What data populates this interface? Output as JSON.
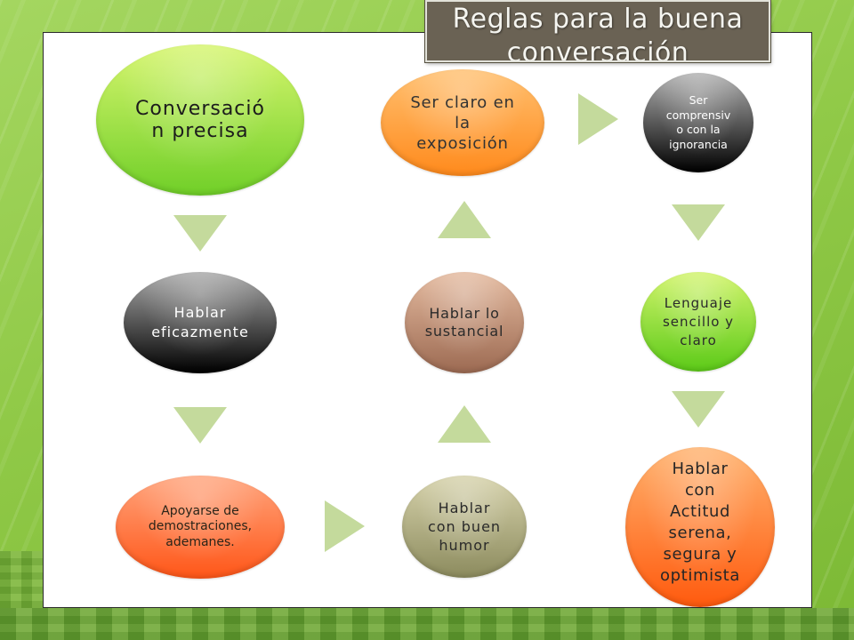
{
  "slide": {
    "title": "Reglas para la buena\nconversación"
  },
  "nodes": [
    {
      "label": "Conversació\nn precisa",
      "fill": [
        "#d6f56e",
        "#70cf28"
      ],
      "text_color": "#1c1c1c"
    },
    {
      "label": "Hablar\neficazmente",
      "fill": [
        "#a9a9a9",
        "#000000"
      ],
      "text_color": "#ffffff"
    },
    {
      "label": "Apoyarse de\ndemostraciones,\nademanes.",
      "fill": [
        "#ffa47c",
        "#ff5618"
      ],
      "text_color": "#2a2418"
    },
    {
      "label": "Hablar\ncon buen\nhumor",
      "fill": [
        "#d6d2ab",
        "#8c8b5e"
      ],
      "text_color": "#2a2a2a"
    },
    {
      "label": "Hablar lo\nsustancial",
      "fill": [
        "#e4ba9f",
        "#9c6a52"
      ],
      "text_color": "#2a2a2a"
    },
    {
      "label": "Ser claro en\nla\nexposición",
      "fill": [
        "#ffc070",
        "#ff8a1c"
      ],
      "text_color": "#333333"
    },
    {
      "label": "Ser\ncomprensiv\no con la\nignorancia",
      "fill": [
        "#b2b2b2",
        "#000000"
      ],
      "text_color": "#ffffff"
    },
    {
      "label": "Lenguaje\nsencillo y\nclaro",
      "fill": [
        "#d2f46c",
        "#5cca18"
      ],
      "text_color": "#2a2a2a"
    },
    {
      "label": "Hablar\ncon\nActitud\nserena,\nsegura y\noptimista",
      "fill": [
        "#ffb26e",
        "#ff5a0e"
      ],
      "text_color": "#262626"
    }
  ],
  "colors": {
    "arrow": "#c4da9c",
    "title_box": "#6a6254",
    "background": "#8fc846",
    "panel": "#ffffff"
  }
}
